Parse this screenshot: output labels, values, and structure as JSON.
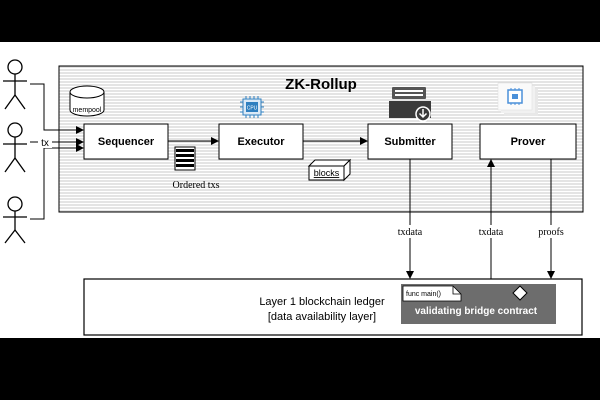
{
  "rollup": {
    "title": "ZK-Rollup"
  },
  "users": {
    "tx_label": "tx"
  },
  "nodes": {
    "sequencer": "Sequencer",
    "executor": "Executor",
    "submitter": "Submitter",
    "prover": "Prover"
  },
  "icons": {
    "mempool": "mempool",
    "cpu": "CPU",
    "blocks": "blocks"
  },
  "labels": {
    "ordered_txs": "Ordered txs",
    "txdata_down": "txdata",
    "txdata_up": "txdata",
    "proofs": "proofs"
  },
  "layer1": {
    "line1": "Layer 1 blockchain ledger",
    "line2": "[data availability layer]",
    "func_label": "func main()",
    "contract_label": "validating bridge contract"
  },
  "colors": {
    "background": "#000000",
    "canvas": "#ffffff",
    "stroke": "#000000",
    "rollup_hatch": "#c8c8c8",
    "contract_fill": "#6d6d6d",
    "cpu_blue": "#2f7fbf",
    "prover_chip_blue": "#4a90d9"
  }
}
